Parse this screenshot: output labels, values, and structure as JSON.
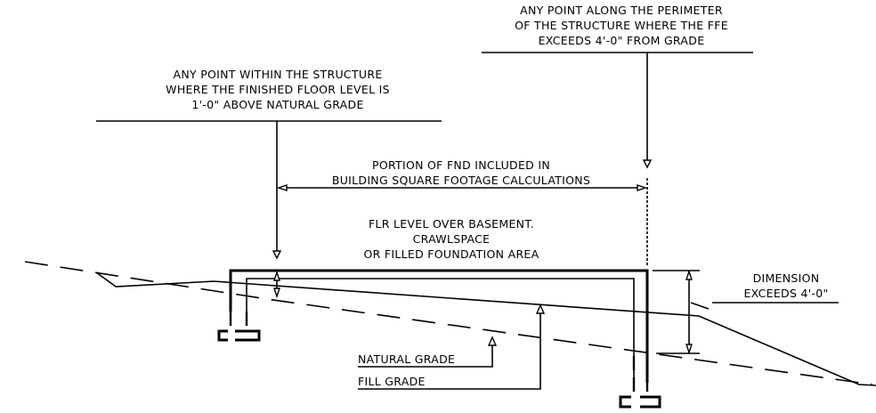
{
  "labels": {
    "perimeter_note": [
      "ANY POINT ALONG THE PERIMETER",
      "OF THE STRUCTURE WHERE THE FFE",
      "EXCEEDS 4'-0\" FROM GRADE"
    ],
    "within_note": [
      "ANY POINT WITHIN THE STRUCTURE",
      "WHERE THE FINISHED FLOOR LEVEL IS",
      "1'-0\" ABOVE NATURAL GRADE"
    ],
    "portion_note": [
      "PORTION OF FND INCLUDED IN",
      "BUILDING SQUARE FOOTAGE CALCULATIONS"
    ],
    "floor_note": [
      "FLR LEVEL OVER BASEMENT.",
      "CRAWLSPACE",
      "OR FILLED FOUNDATION AREA"
    ],
    "dimension_note": [
      "DIMENSION",
      "EXCEEDS 4'-0\""
    ],
    "natural_grade": "NATURAL GRADE",
    "fill_grade": "FILL GRADE"
  },
  "colors": {
    "ink": "#000000",
    "paper": "#ffffff"
  }
}
